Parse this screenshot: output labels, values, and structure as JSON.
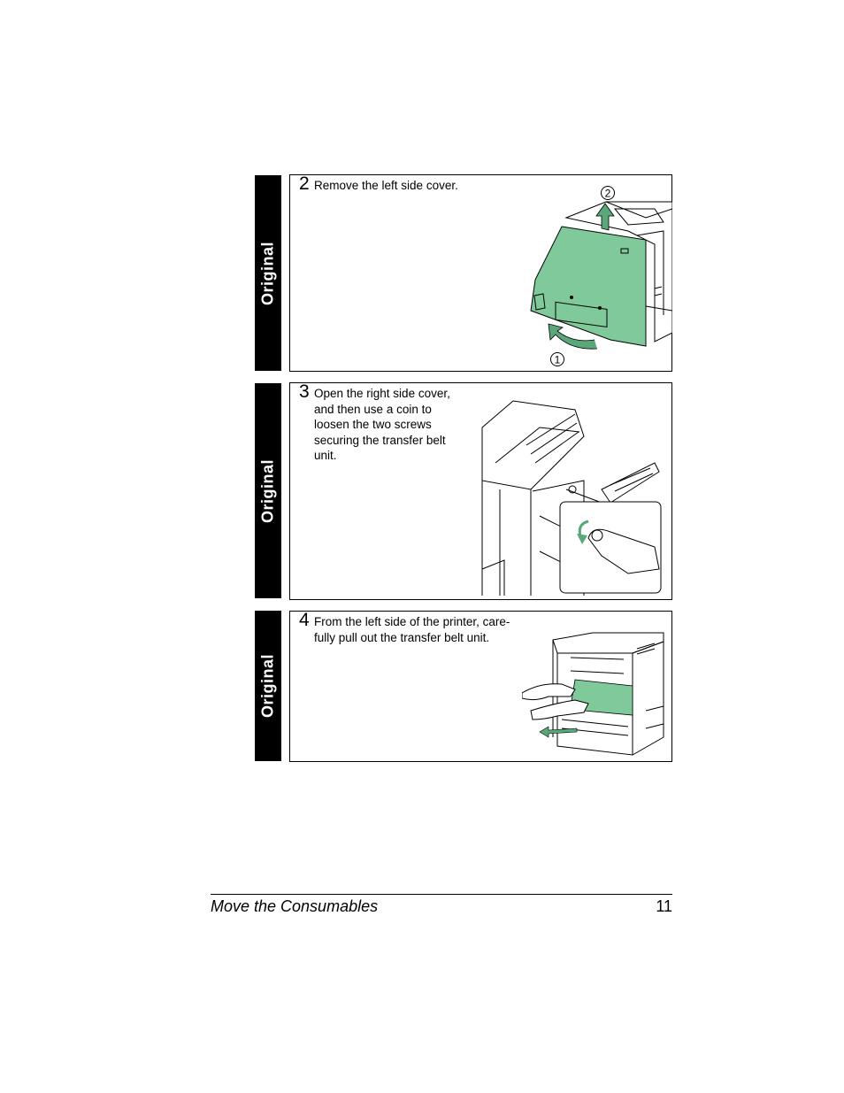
{
  "tab_label": "Original",
  "steps": [
    {
      "number": "2",
      "text": "Remove the left side cover.",
      "callout_1": "1",
      "callout_2": "2"
    },
    {
      "number": "3",
      "text": "Open the right side cover,\nand then use a coin to\nloosen the two screws\nsecuring the transfer belt\nunit."
    },
    {
      "number": "4",
      "text": "From the left side of the printer, care-\nfully pull out the transfer belt unit."
    }
  ],
  "footer": {
    "title": "Move the Consumables",
    "page": "11"
  },
  "colors": {
    "green": "#7fc99b",
    "arrow_green": "#5aa77a",
    "tab": "#000000"
  }
}
